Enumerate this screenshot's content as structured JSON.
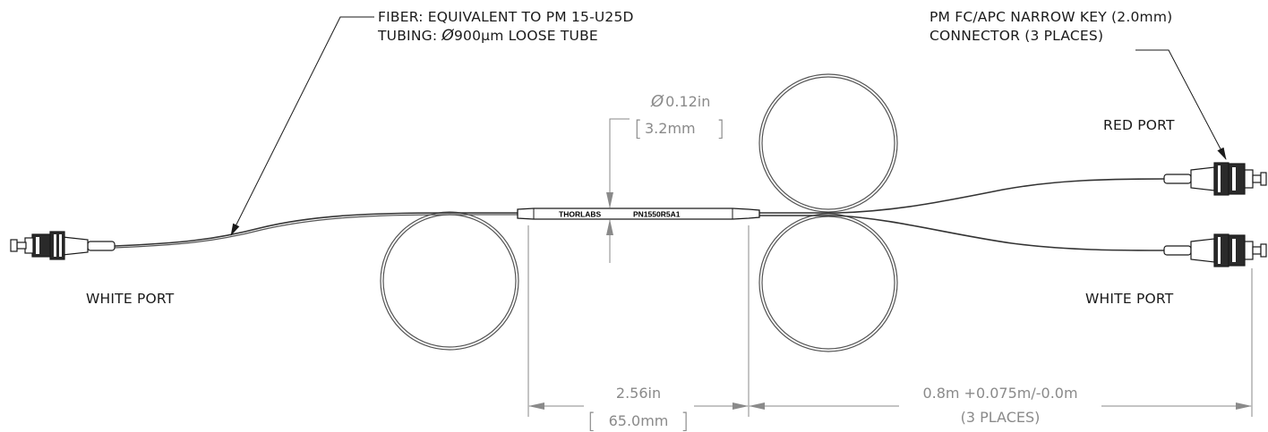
{
  "callouts": {
    "fiber_line": "FIBER: EQUIVALENT TO PM 15-U25D",
    "tubing_prefix": "TUBING: ",
    "tubing_symbol": "Ø",
    "tubing_value": "900µm LOOSE TUBE",
    "connector_line1": "PM FC/APC NARROW KEY (2.0mm)",
    "connector_line2": "CONNECTOR (3 PLACES)"
  },
  "ports": {
    "left": "WHITE PORT",
    "right_top": "RED PORT",
    "right_bottom": "WHITE PORT"
  },
  "housing": {
    "brand": "THORLABS",
    "part_number": "PN1550R5A1"
  },
  "dimensions": {
    "diameter_symbol": "Ø",
    "diameter_in": "0.12in",
    "diameter_mm": "3.2mm",
    "length_in": "2.56in",
    "length_mm": "65.0mm",
    "lead_length": "0.8m +0.075m/-0.0m",
    "lead_qty": "(3 PLACES)"
  }
}
